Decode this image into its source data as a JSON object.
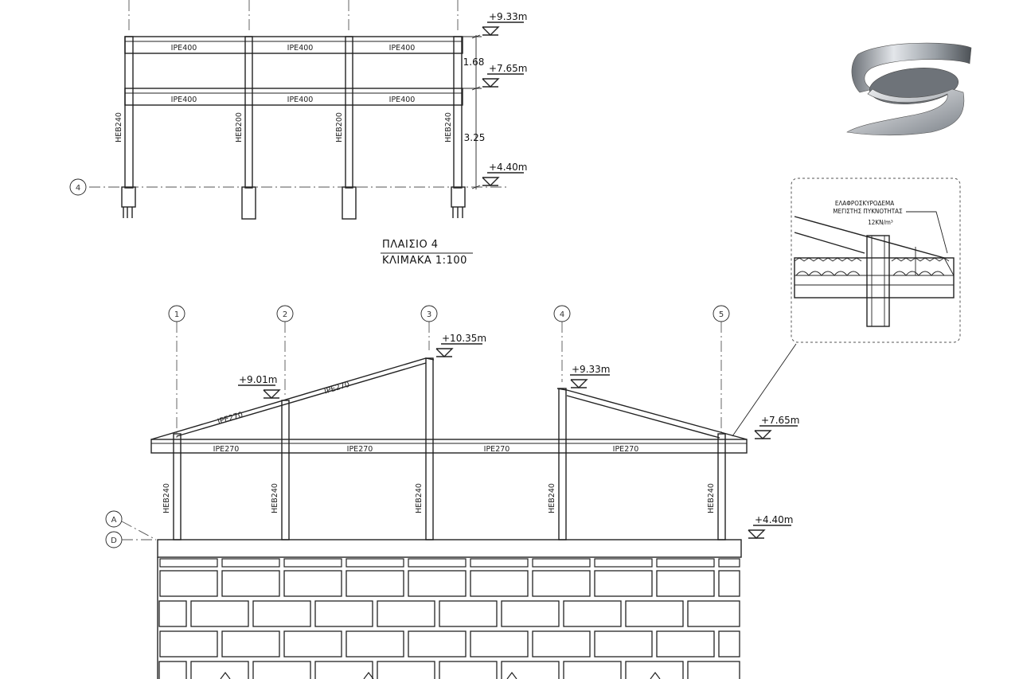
{
  "frame4": {
    "grid_bubble": "4",
    "beams_upper": [
      "IPE400",
      "IPE400",
      "IPE400"
    ],
    "beams_lower": [
      "IPE400",
      "IPE400",
      "IPE400"
    ],
    "columns": [
      "HEB240",
      "HEB200",
      "HEB200",
      "HEB240"
    ],
    "elevations": {
      "top": "+9.33m",
      "mid": "+7.65m",
      "base": "+4.40m"
    },
    "dims": {
      "upper": "1.68",
      "lower": "3.25"
    },
    "title": "ΠΛΑΙΣΙΟ 4",
    "scale": "ΚΛΙΜΑΚΑ 1:100"
  },
  "section": {
    "axis_bubbles": [
      "1",
      "2",
      "3",
      "4",
      "5"
    ],
    "row_bubbles": [
      "A",
      "D"
    ],
    "rafters": [
      "IPE270",
      "IPE270"
    ],
    "beams": [
      "IPE270",
      "IPE270",
      "IPE270",
      "IPE270"
    ],
    "columns": [
      "HEB240",
      "HEB240",
      "HEB240",
      "HEB240",
      "HEB240"
    ],
    "elevations": {
      "ridge": "+10.35m",
      "mid": "+9.01m",
      "right_top": "+9.33m",
      "eave": "+7.65m",
      "base": "+4.40m"
    }
  },
  "detail": {
    "note_line1": "ΕΛΑΦΡΟΣΚΥΡΟΔΕΜΑ",
    "note_line2": "ΜΕΓΙΣΤΗΣ ΠΥΚΝΟΤΗΤΑΣ",
    "note_line3": "12KN/m³"
  },
  "logo": {
    "icon": "s-ribbon-logo-icon"
  }
}
